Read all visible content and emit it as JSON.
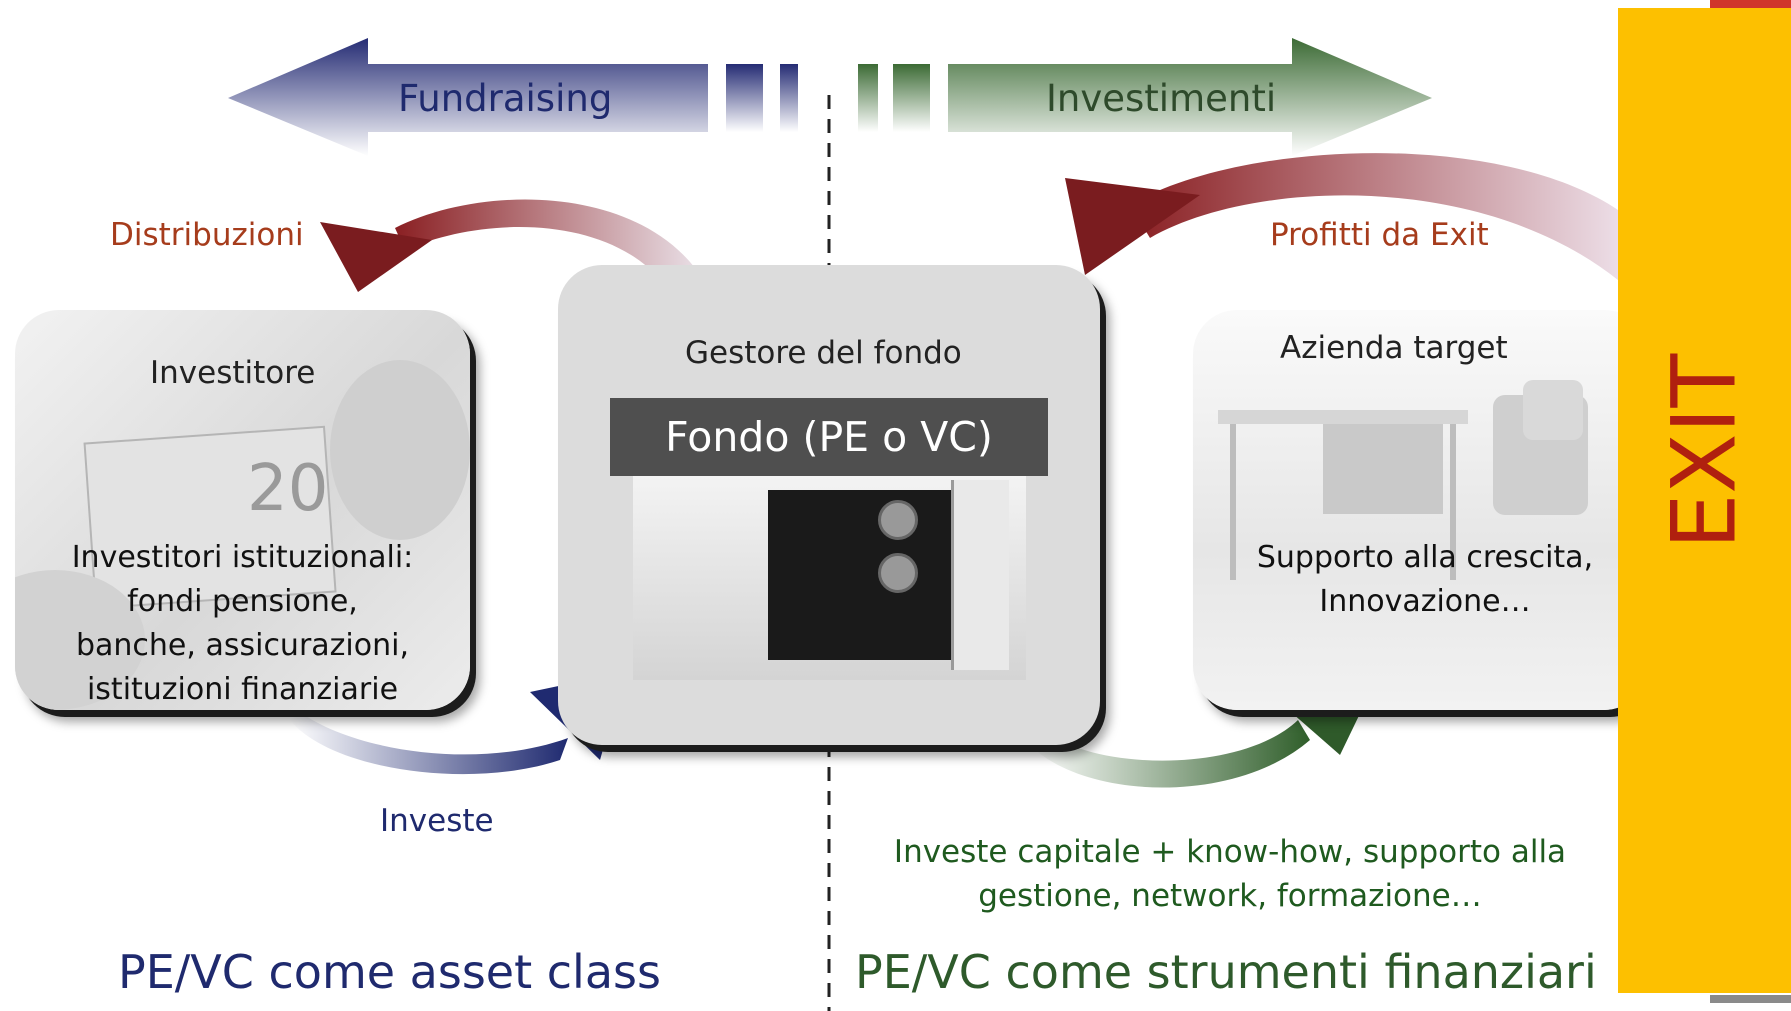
{
  "top_arrows": {
    "left_label": "Fundraising",
    "right_label": "Investimenti"
  },
  "return_arrows": {
    "left_label": "Distribuzioni",
    "right_label": "Profitti da Exit"
  },
  "investor": {
    "title": "Investitore",
    "description_lines": [
      "Investitori istituzionali:",
      "fondi pensione,",
      "banche, assicurazioni,",
      "istituzioni finanziarie"
    ]
  },
  "fund": {
    "title": "Gestore del fondo",
    "banner": "Fondo (PE o VC)"
  },
  "target": {
    "title": "Azienda target",
    "description_lines": [
      "Supporto alla crescita,",
      "Innovazione…"
    ]
  },
  "flows": {
    "investor_to_fund": "Investe",
    "fund_to_target_lines": [
      "Investe capitale + know-how, supporto alla",
      "gestione, network, formazione…"
    ]
  },
  "bottom": {
    "left_caption": "PE/VC come asset class",
    "right_caption": "PE/VC come strumenti finanziari"
  },
  "exit": {
    "label": "EXIT"
  },
  "colors": {
    "navy": "#1f2a6e",
    "green": "#2e6b2b",
    "dark_red": "#7d1e1e",
    "label_red": "#a63c1c",
    "exit_yellow": "#fdc000",
    "exit_text": "#b0200f"
  }
}
